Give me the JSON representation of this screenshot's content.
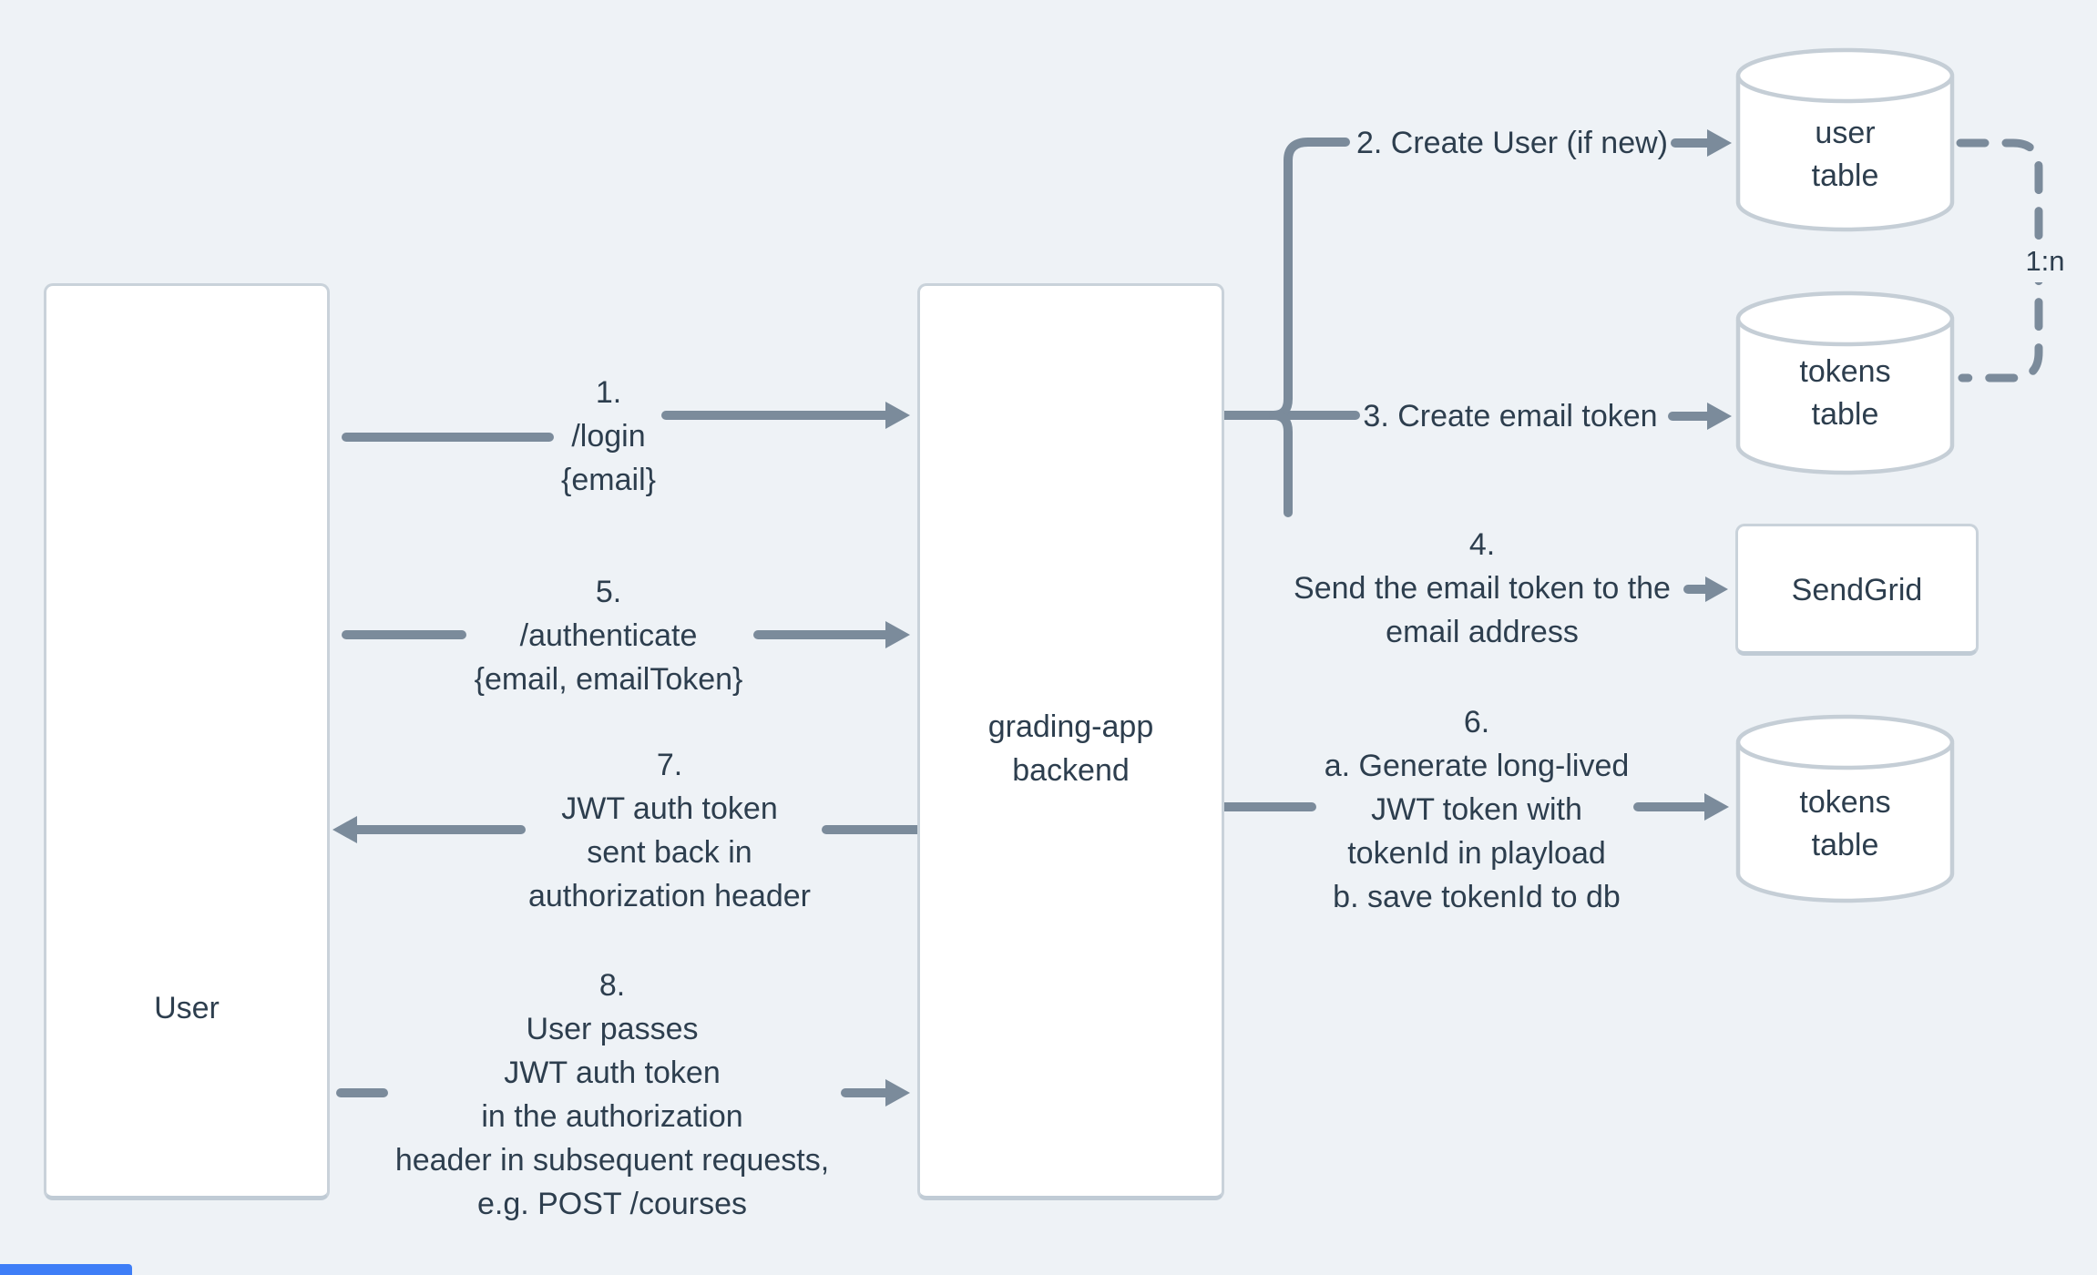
{
  "diagram": {
    "nodes": {
      "user": {
        "label": "User"
      },
      "backend": {
        "line1": "grading-app",
        "line2": "backend"
      },
      "user_table": {
        "line1": "user",
        "line2": "table"
      },
      "tokens_table_top": {
        "line1": "tokens",
        "line2": "table"
      },
      "sendgrid": {
        "label": "SendGrid"
      },
      "tokens_table_bottom": {
        "line1": "tokens",
        "line2": "table"
      },
      "relation": {
        "label": "1:n"
      }
    },
    "steps": {
      "s1": {
        "l1": "1.",
        "l2": "/login",
        "l3": "{email}"
      },
      "s2": {
        "l1": "2. Create User (if new)"
      },
      "s3": {
        "l1": "3. Create email token"
      },
      "s4": {
        "l1": "4.",
        "l2": "Send the email token to the",
        "l3": "email address"
      },
      "s5": {
        "l1": "5.",
        "l2": "/authenticate",
        "l3": "{email, emailToken}"
      },
      "s6": {
        "l1": "6.",
        "l2": "a. Generate long-lived",
        "l3": "JWT token with",
        "l4": "tokenId in playload",
        "l5": "b. save tokenId to db"
      },
      "s7": {
        "l1": "7.",
        "l2": "JWT auth token",
        "l3": "sent back in",
        "l4": "authorization header"
      },
      "s8": {
        "l1": "8.",
        "l2": "User passes",
        "l3": "JWT auth token",
        "l4": "in the authorization",
        "l5": "header in subsequent requests,",
        "l6": "e.g. POST /courses"
      }
    },
    "colors": {
      "background": "#eef2f6",
      "line": "#7b8b9b",
      "text": "#2d3e4e",
      "node_border": "#c9d2da",
      "node_fill": "#ffffff",
      "accent_blue": "#3e7ef7"
    }
  }
}
